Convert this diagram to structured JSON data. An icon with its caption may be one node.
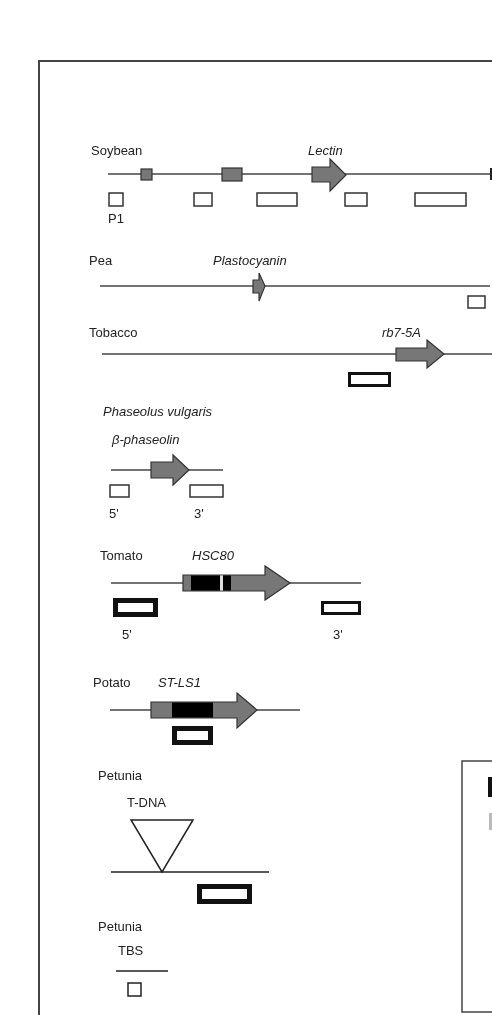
{
  "diagram": {
    "labels": [
      "Soybean",
      "Lectin",
      "P1",
      "Pea",
      "Plastocyanin",
      "Tobacco",
      "rb7-5A",
      "Phaseolus vulgaris",
      "β-phaseolin",
      "5'",
      "3'",
      "Tomato",
      "HSC80",
      "5'",
      "3'",
      "Potato",
      "ST-LS1",
      "Petunia",
      "T-DNA",
      "Petunia",
      "TBS"
    ]
  }
}
